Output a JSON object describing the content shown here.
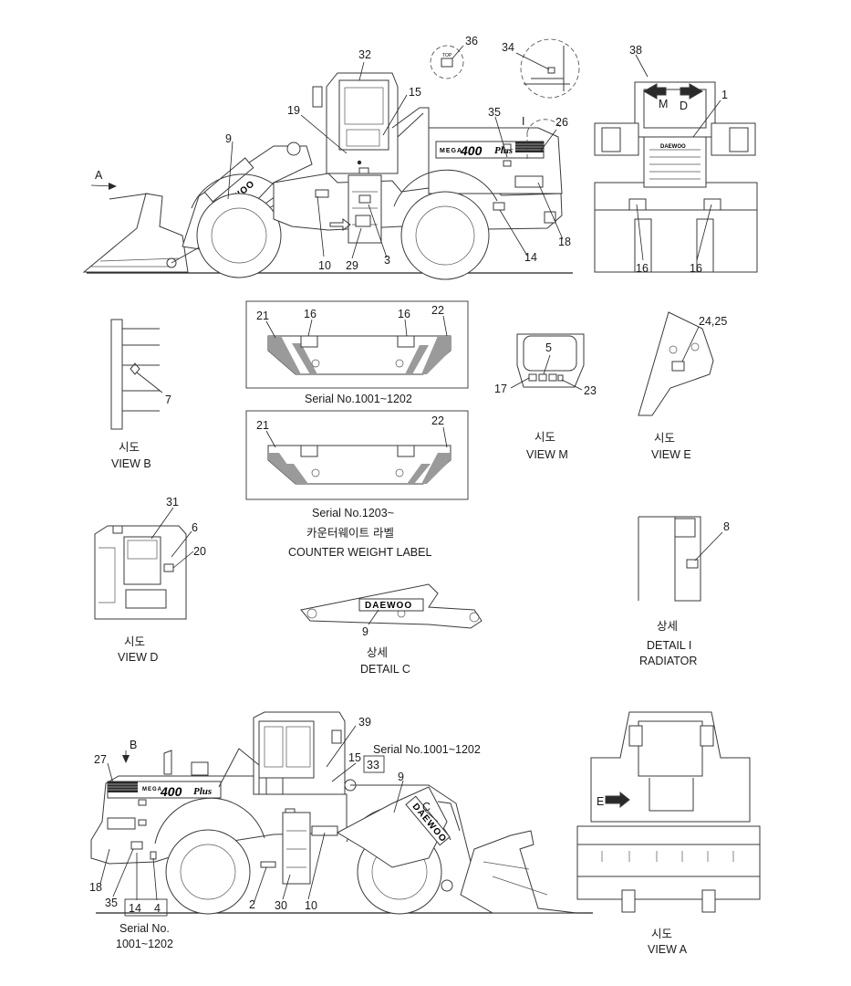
{
  "callouts": {
    "c1": "1",
    "c2": "2",
    "c3": "3",
    "c4": "4",
    "c5": "5",
    "c6": "6",
    "c7": "7",
    "c8": "8",
    "c9": "9",
    "c10": "10",
    "c14": "14",
    "c15": "15",
    "c16": "16",
    "c17": "17",
    "c18": "18",
    "c19": "19",
    "c20": "20",
    "c21": "21",
    "c22": "22",
    "c23": "23",
    "c2425": "24,25",
    "c26": "26",
    "c27": "27",
    "c29": "29",
    "c30": "30",
    "c31": "31",
    "c32": "32",
    "c33": "33",
    "c34": "34",
    "c35": "35",
    "c36": "36",
    "c38": "38",
    "c39": "39"
  },
  "view_letters": {
    "A": "A",
    "B": "B",
    "C": "C",
    "D": "D",
    "E": "E",
    "I": "I",
    "M": "M"
  },
  "brand": {
    "daewoo": "DAEWOO",
    "model": "400",
    "plus": "Plus",
    "mega": "MEGA",
    "top": "TOP"
  },
  "views": {
    "view_b": {
      "kr": "시도",
      "en": "VIEW B"
    },
    "view_m": {
      "kr": "시도",
      "en": "VIEW M"
    },
    "view_e": {
      "kr": "시도",
      "en": "VIEW E"
    },
    "view_d": {
      "kr": "시도",
      "en": "VIEW D"
    },
    "view_a": {
      "kr": "시도",
      "en": "VIEW A"
    },
    "detail_c": {
      "kr": "상세",
      "en": "DETAIL C"
    },
    "detail_i": {
      "kr": "상세",
      "en": "DETAIL I",
      "sub": "RADIATOR"
    }
  },
  "counterweight": {
    "serial_1": "Serial No.1001~1202",
    "serial_2": "Serial No.1203~",
    "kr": "카운터웨이트 라벨",
    "en": "COUNTER WEIGHT LABEL"
  },
  "rear_view": {
    "serial_note": "Serial No.1001~1202",
    "serial_label": "Serial No.",
    "serial_range": "1001~1202"
  }
}
